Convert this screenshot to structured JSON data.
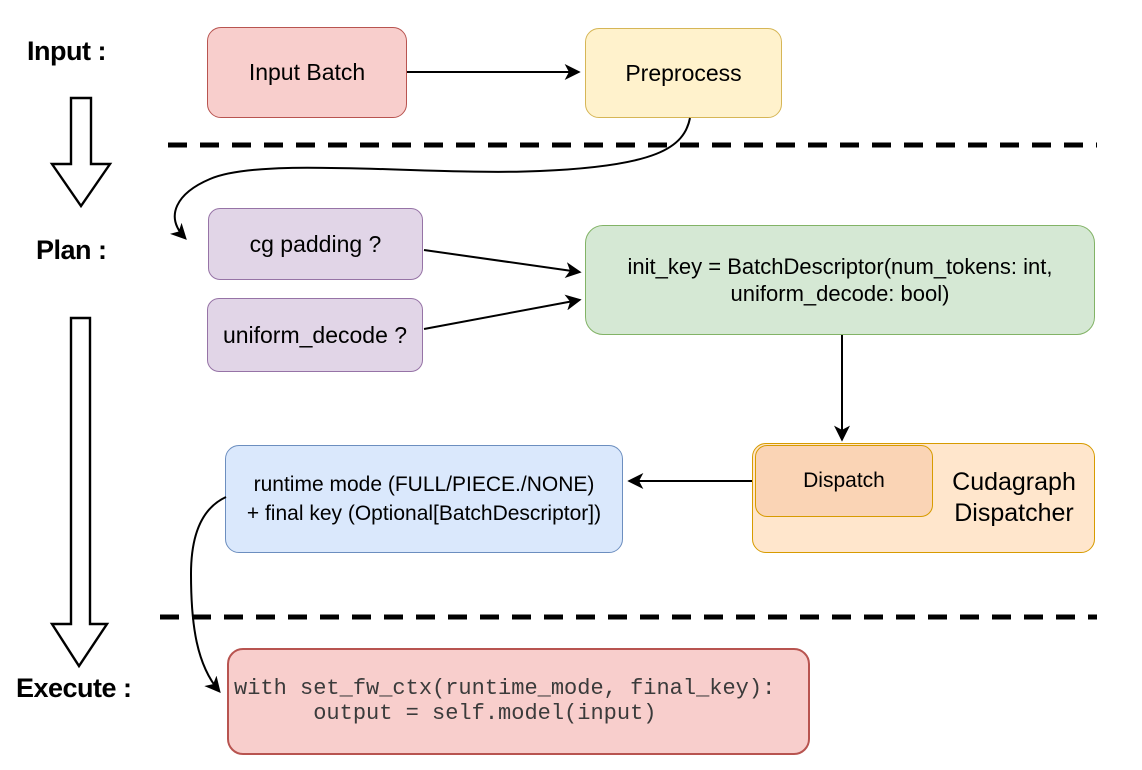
{
  "title": "Cudagraph dispatching flow diagram",
  "stages": {
    "input_label": "Input :",
    "plan_label": "Plan :",
    "execute_label": "Execute :"
  },
  "nodes": {
    "input_batch": {
      "label": "Input Batch"
    },
    "preprocess": {
      "label": "Preprocess"
    },
    "cg_padding": {
      "label": "cg padding ?"
    },
    "uniform_decode": {
      "label": "uniform_decode ?"
    },
    "init_key": {
      "line1": "init_key = BatchDescriptor(num_tokens: int,",
      "line2": "uniform_decode: bool)"
    },
    "dispatch": {
      "label": "Dispatch"
    },
    "dispatcher": {
      "line1": "Cudagraph",
      "line2": "Dispatcher"
    },
    "runtime_mode": {
      "line1": "runtime mode (FULL/PIECE./NONE)",
      "line2": "+ final key (Optional[BatchDescriptor])"
    },
    "execute_code": {
      "line1": "with set_fw_ctx(runtime_mode, final_key):",
      "line2": "      output = self.model(input)"
    }
  },
  "colors": {
    "red_fill": "#F8CECC",
    "red_stroke": "#B85450",
    "yellow_fill": "#FFF2CC",
    "yellow_stroke": "#D6B656",
    "purple_fill": "#E1D5E7",
    "purple_stroke": "#9673A6",
    "green_fill": "#D5E8D4",
    "green_stroke": "#82B366",
    "blue_fill": "#DAE8FC",
    "blue_stroke": "#6C8EBF",
    "orange_fill": "#FFE6CC",
    "orange_inner_fill": "#FAD4B5",
    "orange_stroke": "#D79B00",
    "line_color": "#000000"
  }
}
